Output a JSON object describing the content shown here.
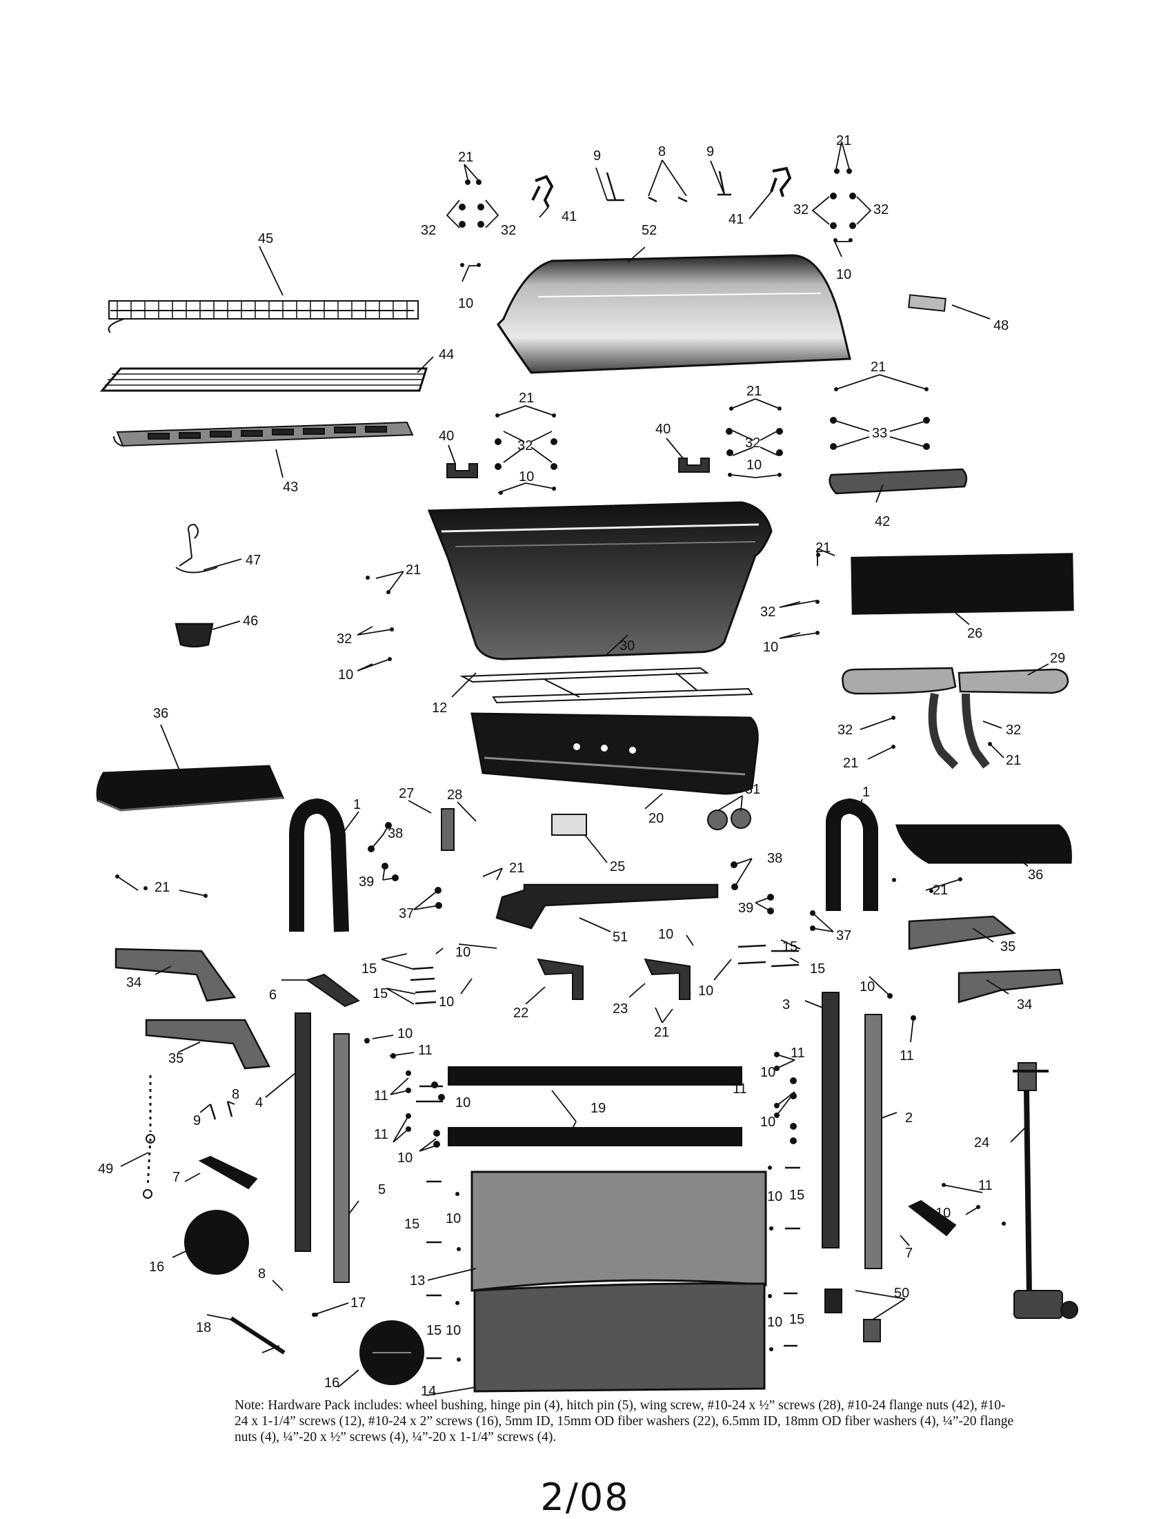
{
  "callouts": [
    "1",
    "2",
    "3",
    "4",
    "5",
    "6",
    "7",
    "8",
    "9",
    "10",
    "11",
    "12",
    "13",
    "14",
    "15",
    "16",
    "17",
    "18",
    "19",
    "20",
    "21",
    "22",
    "23",
    "24",
    "25",
    "26",
    "27",
    "28",
    "29",
    "30",
    "31",
    "32",
    "33",
    "34",
    "35",
    "36",
    "37",
    "38",
    "39",
    "40",
    "41",
    "42",
    "43",
    "44",
    "45",
    "46",
    "47",
    "48",
    "49",
    "50",
    "51",
    "52"
  ],
  "note": {
    "prefix": "Note:",
    "text": "Hardware Pack includes: wheel bushing, hinge pin (4), hitch pin (5), wing screw, #10-24 x ½” screws (28), #10-24 flange nuts (42), #10-24 x 1-1/4” screws (12), #10-24 x 2” screws (16), 5mm ID, 15mm OD fiber washers (22), 6.5mm ID, 18mm OD fiber washers (4), ¼”-20 flange nuts (4), ¼”-20 x ½” screws (4), ¼”-20 x 1-1/4” screws (4)."
  },
  "page_number": "2/08",
  "colors": {
    "ink": "#111111",
    "dark_fill": "#1a1a1a",
    "mid_fill": "#555555",
    "light_fill": "#9a9a9a"
  }
}
